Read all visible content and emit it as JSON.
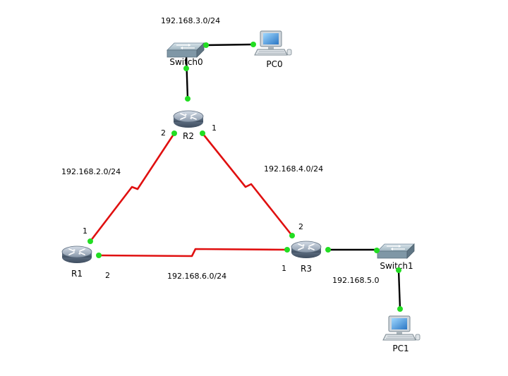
{
  "colors": {
    "serial_link": "#e01010",
    "ethernet_link": "#000000",
    "port_dot": "#22dd22"
  },
  "devices": {
    "switch0": "Switch0",
    "pc0": "PC0",
    "r2": "R2",
    "r1": "R1",
    "r3": "R3",
    "switch1": "Switch1",
    "pc1": "PC1"
  },
  "networks": {
    "net_3": "192.168.3.0/24",
    "net_2": "192.168.2.0/24",
    "net_4": "192.168.4.0/24",
    "net_6": "192.168.6.0/24",
    "net_5": "192.168.5.0"
  },
  "ports": {
    "r2_left": "2",
    "r2_right": "1",
    "r1_top": "1",
    "r1_right": "2",
    "r3_top": "2",
    "r3_left": "1"
  },
  "icons": {
    "router": "router-icon",
    "switch": "switch-icon",
    "pc": "pc-icon"
  }
}
